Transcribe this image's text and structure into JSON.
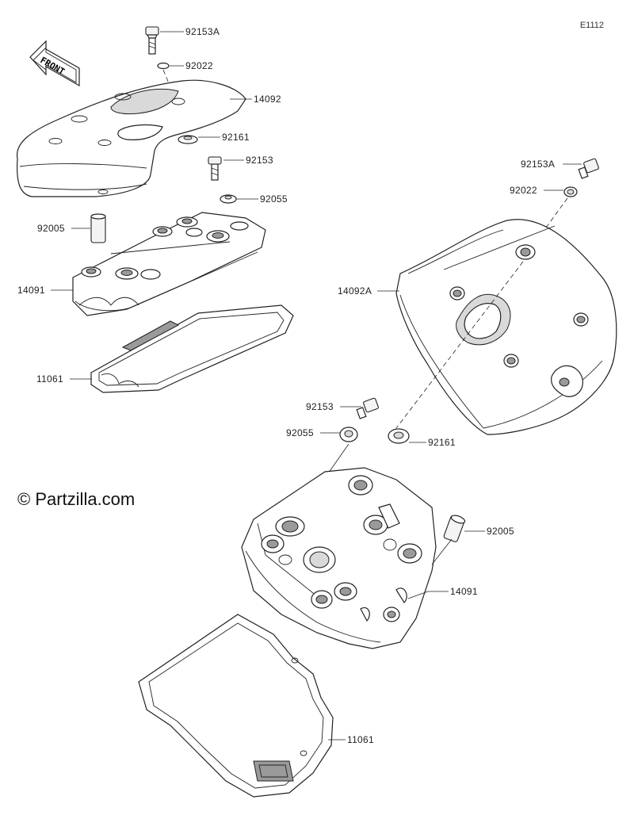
{
  "diagram_ref": "E1112",
  "front_arrow_label": "FRONT",
  "copyright": "© Partzilla.com",
  "callouts": {
    "c92153a_top": "92153A",
    "c92022_top": "92022",
    "c14092": "14092",
    "c92161_top": "92161",
    "c92153_top": "92153",
    "c92055_top": "92055",
    "c92005_top": "92005",
    "c14091_top": "14091",
    "c11061_top": "11061",
    "c92153a_right": "92153A",
    "c92022_right": "92022",
    "c14092a": "14092A",
    "c92153_mid": "92153",
    "c92055_mid": "92055",
    "c92161_mid": "92161",
    "c92005_bottom": "92005",
    "c14091_bottom": "14091",
    "c11061_bottom": "11061"
  }
}
